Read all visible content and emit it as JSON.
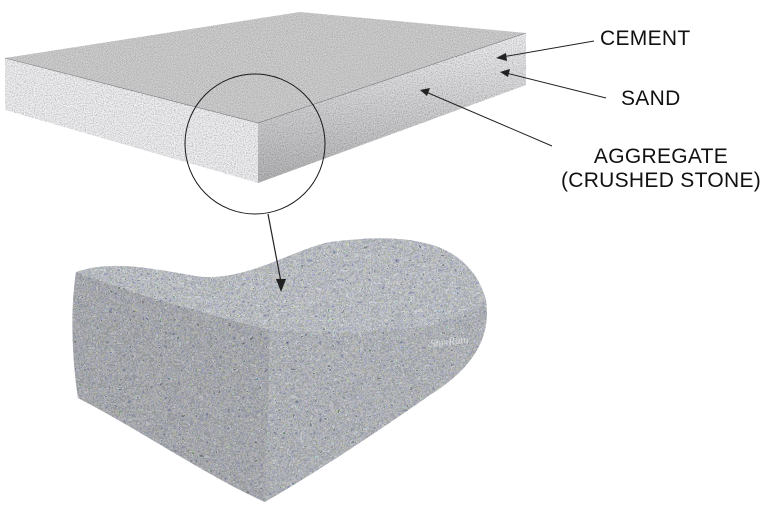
{
  "labels": {
    "cement": "CEMENT",
    "sand": "SAND",
    "aggregate_line1": "AGGREGATE",
    "aggregate_line2": "(CRUSHED STONE)"
  },
  "watermark": "ShriRam",
  "colors": {
    "slab_top": "#3d3d3d",
    "slab_side": "#8a8a8a",
    "aggregate": "#6f6f6f",
    "leader_line": "#222222"
  }
}
